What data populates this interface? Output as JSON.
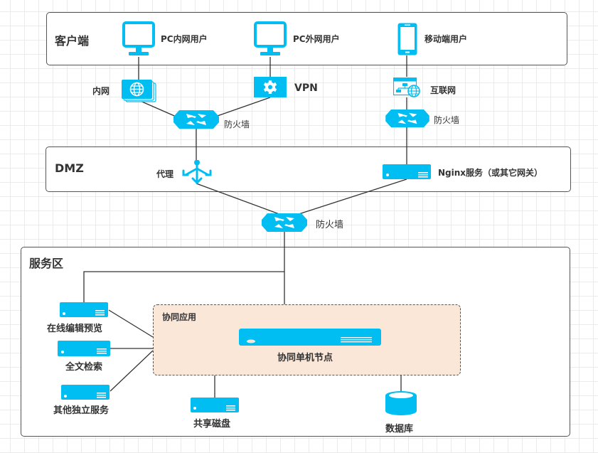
{
  "colors": {
    "icon_blue": "#00bef2",
    "line": "#333333",
    "group_fill": "#fae7d8",
    "zone_border": "#555555"
  },
  "zones": {
    "client": {
      "title": "客户端"
    },
    "dmz": {
      "title": "DMZ"
    },
    "service": {
      "title": "服务区"
    }
  },
  "clients": [
    {
      "label": "PC内网用户",
      "icon": "monitor-icon"
    },
    {
      "label": "PC外网用户",
      "icon": "monitor-icon"
    },
    {
      "label": "移动端用户",
      "icon": "mobile-phone-icon"
    }
  ],
  "networks": [
    {
      "label": "内网",
      "icon": "intranet-globe-icon"
    },
    {
      "label": "VPN",
      "icon": "vpn-gear-icon"
    },
    {
      "label": "互联网",
      "icon": "internet-icon"
    }
  ],
  "firewalls": [
    {
      "label": "防火墙"
    },
    {
      "label": "防火墙"
    },
    {
      "label": "防火墙"
    }
  ],
  "dmz_nodes": [
    {
      "label": "代理",
      "icon": "proxy-icon"
    },
    {
      "label": "Nginx服务（或其它网关）",
      "icon": "server-icon"
    }
  ],
  "services": [
    {
      "label": "在线编辑预览",
      "icon": "server-icon"
    },
    {
      "label": "全文检索",
      "icon": "server-icon"
    },
    {
      "label": "其他独立服务",
      "icon": "server-icon"
    },
    {
      "label": "共享磁盘",
      "icon": "server-icon"
    },
    {
      "label": "数据库",
      "icon": "database-icon"
    }
  ],
  "cluster": {
    "title": "协同应用",
    "node_label": "协同单机节点"
  }
}
